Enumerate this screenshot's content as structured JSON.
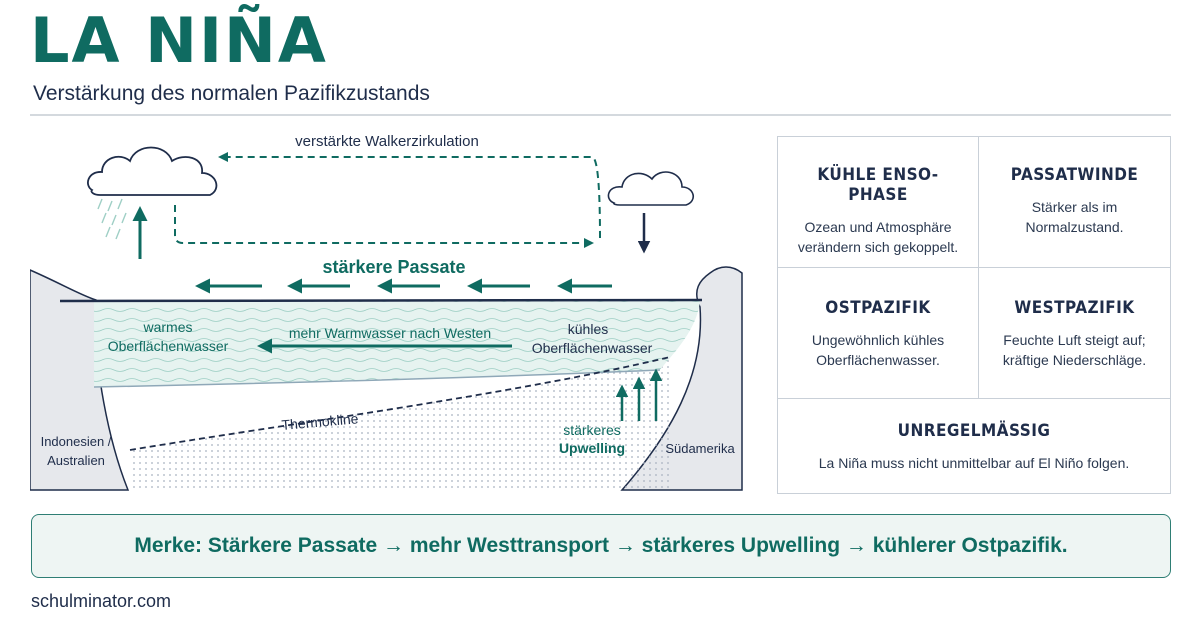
{
  "header": {
    "title": "LA NIÑA",
    "subtitle": "Verstärkung des normalen Pazifikzustands"
  },
  "diagram": {
    "walker_label": "verstärkte Walkerzirkulation",
    "passat_label": "stärkere Passate",
    "warm_water_label_1": "warmes",
    "warm_water_label_2": "Oberflächenwasser",
    "transport_label": "mehr Warmwasser nach Westen",
    "cool_water_label_1": "kühles",
    "cool_water_label_2": "Oberflächenwasser",
    "thermocline_label": "Thermokline",
    "upwelling_label_1": "stärkeres",
    "upwelling_label_2": "Upwelling",
    "west_land_label_1": "Indonesien /",
    "west_land_label_2": "Australien",
    "east_land_label": "Südamerika",
    "colors": {
      "teal": "#0f6b61",
      "navy": "#1f2d4a",
      "warm_water": "#e6f3f0",
      "land": "#e6e8ec"
    }
  },
  "cards": [
    {
      "title": "KÜHLE ENSO-PHASE",
      "line1": "Ozean und Atmosphäre",
      "line2": "verändern sich gekoppelt."
    },
    {
      "title": "PASSATWINDE",
      "line1": "Stärker als im",
      "line2": "Normalzustand."
    },
    {
      "title": "OSTPAZIFIK",
      "line1": "Ungewöhnlich kühles",
      "line2": "Oberflächenwasser."
    },
    {
      "title": "WESTPAZIFIK",
      "line1": "Feuchte Luft steigt auf;",
      "line2": "kräftige Niederschläge."
    },
    {
      "title": "UNREGELMÄSSIG",
      "line1": "La Niña muss nicht unmittelbar auf El Niño folgen."
    }
  ],
  "summary": "Merke: Stärkere Passate → mehr Westtransport → stärkeres Upwelling → kühlerer Ostpazifik.",
  "footer": "schulminator.com"
}
